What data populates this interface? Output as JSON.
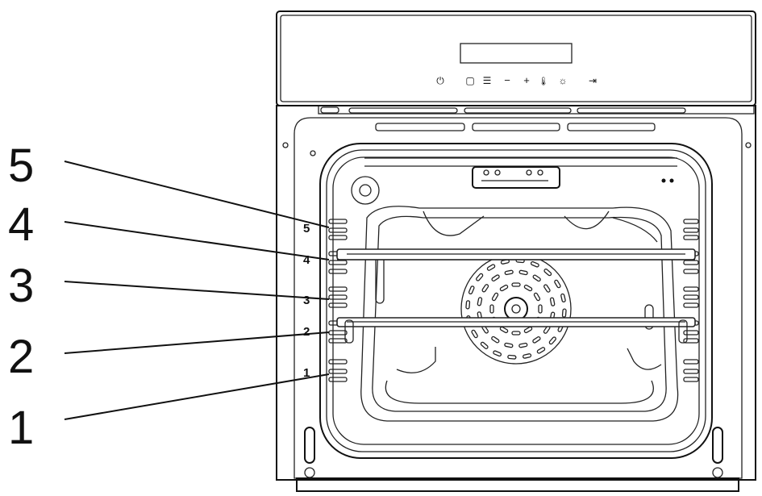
{
  "levels": [
    {
      "big": "5",
      "small": "5"
    },
    {
      "big": "4",
      "small": "4"
    },
    {
      "big": "3",
      "small": "3"
    },
    {
      "big": "2",
      "small": "2"
    },
    {
      "big": "1",
      "small": "1"
    }
  ],
  "control_panel": {
    "symbols": [
      "⏻",
      "▢",
      "☰",
      "−",
      "+",
      "🌡",
      "☼",
      "⇥"
    ]
  },
  "icons": {
    "fan": "convection-fan-icon",
    "lamp": "oven-lamp-icon"
  }
}
